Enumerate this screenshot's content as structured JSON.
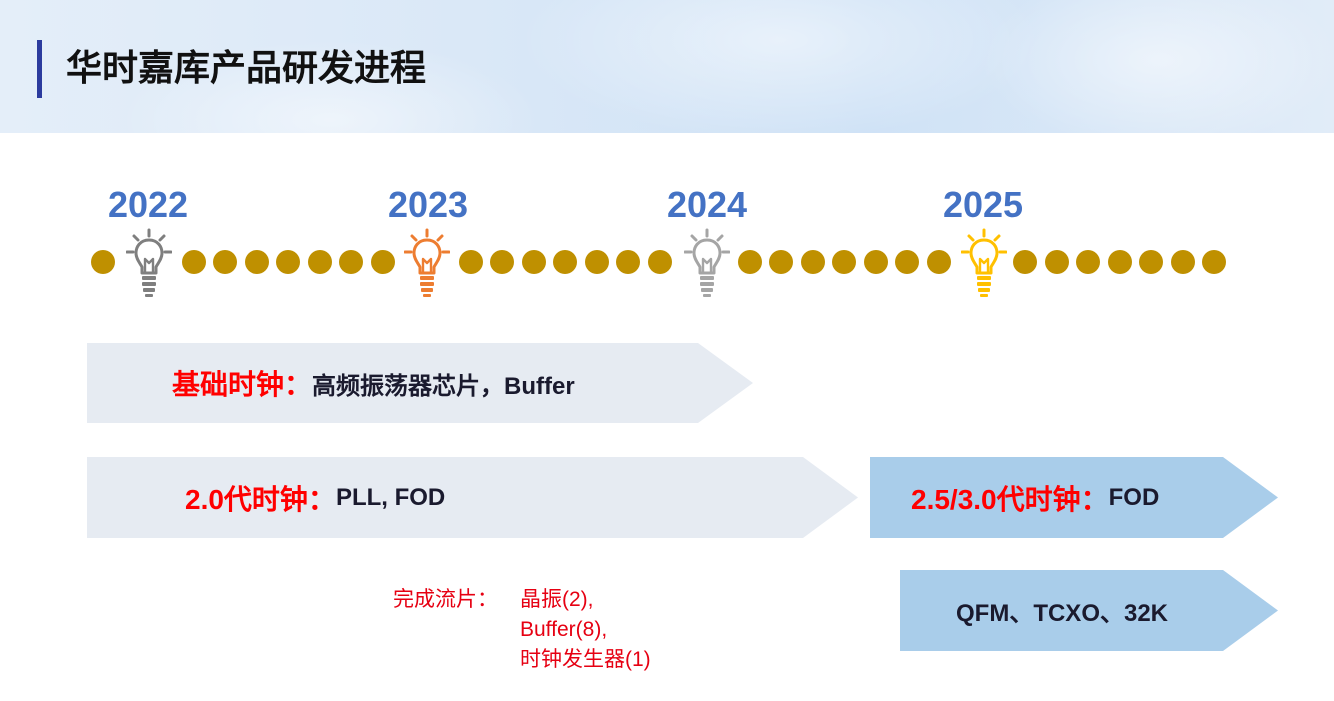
{
  "header": {
    "title": "华时嘉库产品研发进程"
  },
  "timeline": {
    "years": [
      "2022",
      "2023",
      "2024",
      "2025"
    ],
    "bulbs": [
      {
        "year": "2022",
        "color": "#7f7f7f"
      },
      {
        "year": "2023",
        "color": "#ed7d31"
      },
      {
        "year": "2024",
        "color": "#a5a5a5"
      },
      {
        "year": "2025",
        "color": "#ffc000"
      }
    ],
    "dot_color": "#bf9000",
    "year_color": "#4472c4"
  },
  "arrows": [
    {
      "label": "基础时钟：",
      "text": "高频振荡器芯片，Buffer"
    },
    {
      "label": "2.0代时钟：",
      "text": "PLL, FOD"
    },
    {
      "label": "2.5/3.0代时钟：",
      "text": "FOD"
    },
    {
      "label": "",
      "text": "QFM、TCXO、32K"
    }
  ],
  "note": {
    "label": "完成流片：",
    "lines": [
      "晶振(2),",
      "Buffer(8),",
      "时钟发生器(1)"
    ]
  }
}
